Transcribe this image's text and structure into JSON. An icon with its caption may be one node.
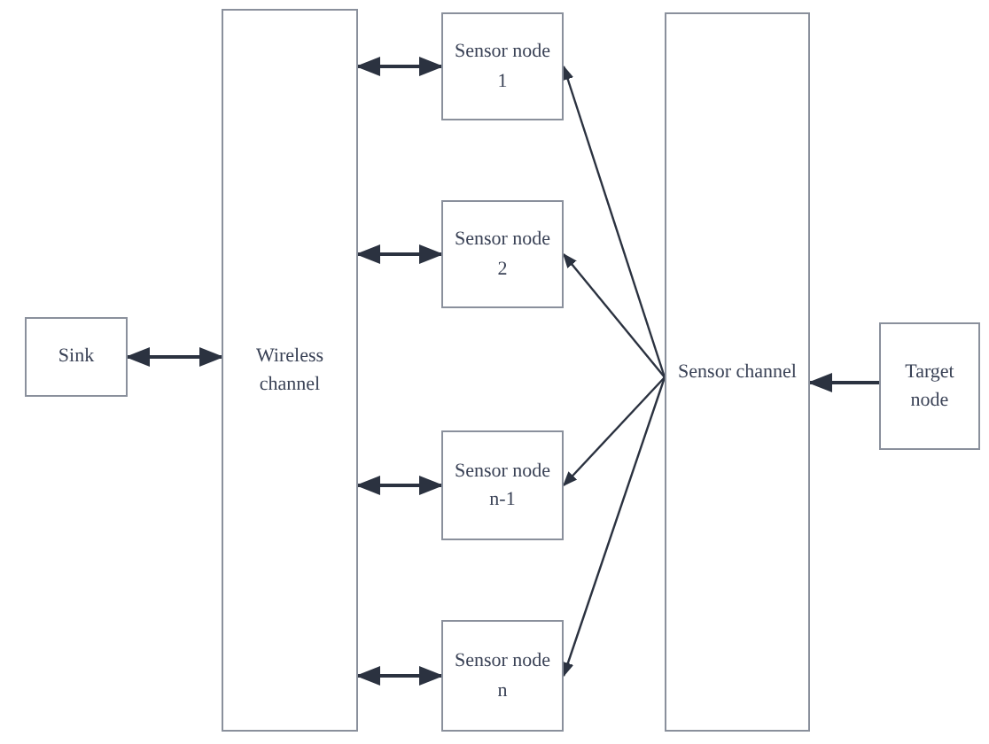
{
  "diagram": {
    "nodes": [
      {
        "text": [
          "Sink"
        ]
      },
      {
        "text": [
          "Wireless channel"
        ]
      },
      {
        "text": [
          "Sensor node 1"
        ]
      },
      {
        "text": [
          "Sensor node 2"
        ]
      },
      {
        "text": [
          "Sensor node n-1"
        ]
      },
      {
        "text": [
          "Sensor node n"
        ]
      },
      {
        "text": [
          "Sensor channel"
        ]
      },
      {
        "text": [
          "Target node"
        ]
      }
    ],
    "edges": [
      {
        "from": 0,
        "to": 1,
        "arrow": "both"
      },
      {
        "from": 1,
        "to": 2,
        "arrow": "both"
      },
      {
        "from": 1,
        "to": 3,
        "arrow": "both"
      },
      {
        "from": 1,
        "to": 4,
        "arrow": "both"
      },
      {
        "from": 1,
        "to": 5,
        "arrow": "both"
      },
      {
        "from": 6,
        "to": 2,
        "arrow": "to"
      },
      {
        "from": 6,
        "to": 3,
        "arrow": "to"
      },
      {
        "from": 6,
        "to": 4,
        "arrow": "to"
      },
      {
        "from": 6,
        "to": 5,
        "arrow": "to"
      },
      {
        "from": 7,
        "to": 6,
        "arrow": "to"
      }
    ]
  }
}
